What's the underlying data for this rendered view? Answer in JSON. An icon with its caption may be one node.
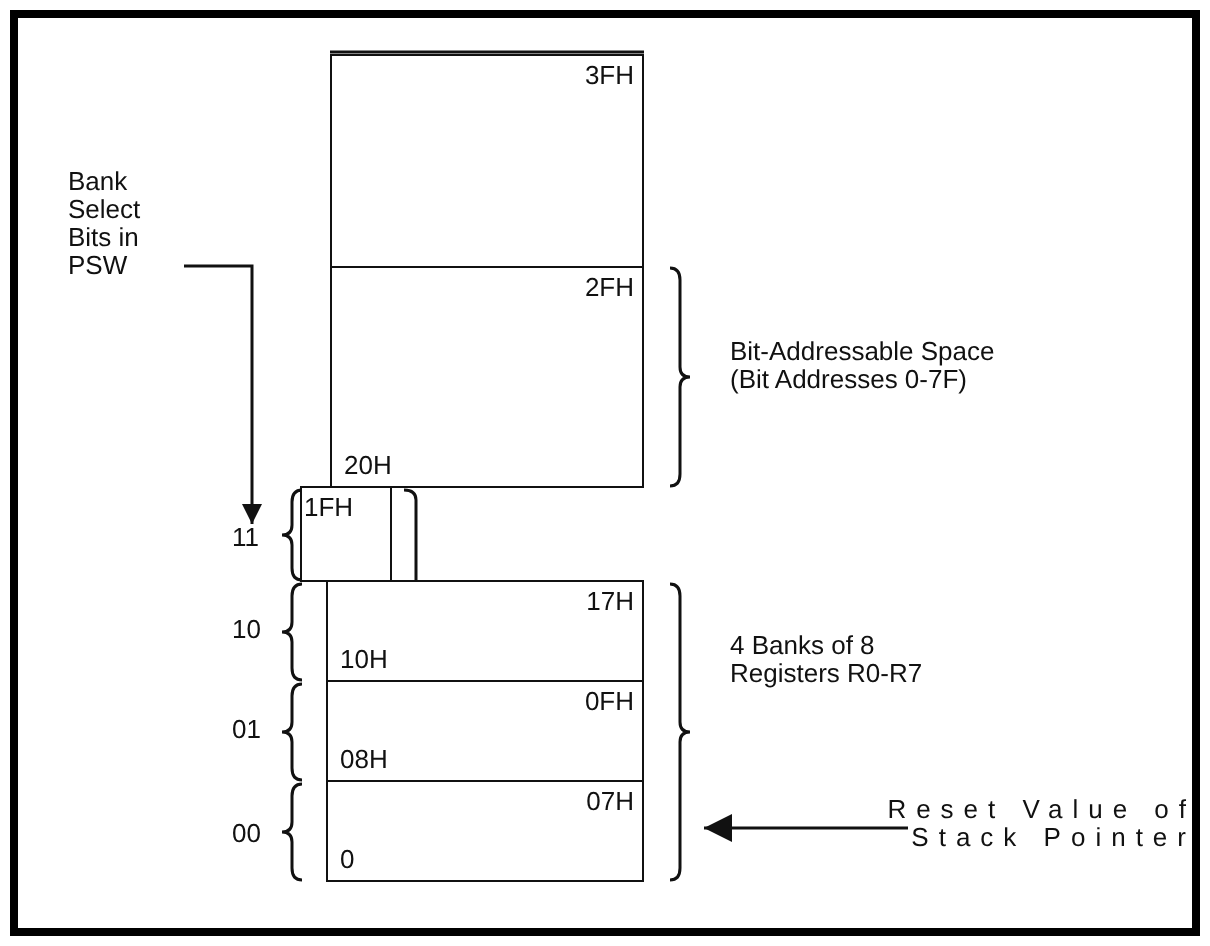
{
  "diagram": {
    "nodes": [
      {
        "text": [
          "3FH"
        ]
      },
      {
        "text": [
          "2FH",
          "20H"
        ]
      },
      {
        "text": [
          "1FH"
        ]
      },
      {
        "text": [
          "17H",
          "10H"
        ]
      },
      {
        "text": [
          "0FH",
          "08H"
        ]
      },
      {
        "text": [
          "07H",
          "0"
        ]
      },
      {
        "text": [
          "Bank Select Bits in PSW"
        ]
      },
      {
        "text": [
          "11"
        ]
      },
      {
        "text": [
          "10"
        ]
      },
      {
        "text": [
          "01"
        ]
      },
      {
        "text": [
          "00"
        ]
      },
      {
        "text": [
          "Reset Value of Stack Pointer"
        ]
      }
    ],
    "edges": [
      {
        "from": 6,
        "to": 7,
        "arrow": "to"
      },
      {
        "from": 11,
        "to": null,
        "arrow": "to"
      }
    ],
    "labels": [
      "Bit-Addressable Space (Bit Addresses 0-7F)",
      "4 Banks of 8 Registers R0-R7"
    ]
  }
}
